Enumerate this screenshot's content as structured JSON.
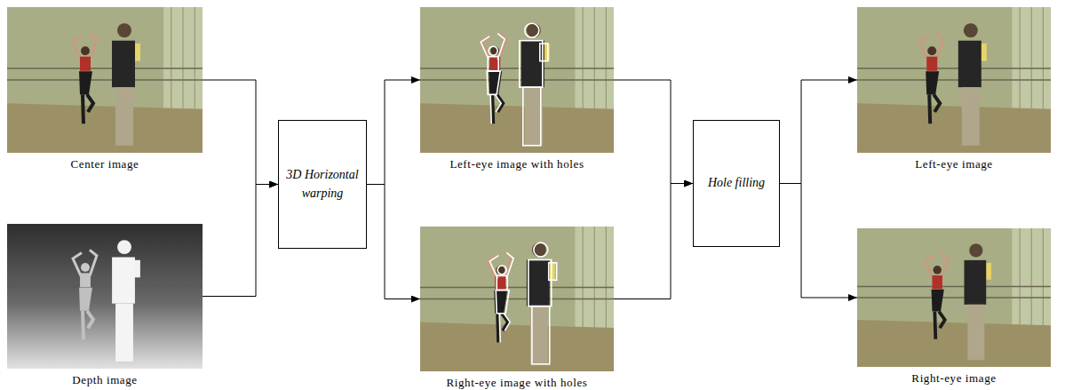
{
  "diagram": {
    "nodes": [
      {
        "text": [
          "Center image"
        ]
      },
      {
        "text": [
          "Depth image"
        ]
      },
      {
        "text": [
          "3D Horizontal warping"
        ]
      },
      {
        "text": [
          "Left-eye image with holes"
        ]
      },
      {
        "text": [
          "Right-eye image with holes"
        ]
      },
      {
        "text": [
          "Hole filling"
        ]
      },
      {
        "text": [
          "Left-eye image"
        ]
      },
      {
        "text": [
          "Right-eye image"
        ]
      }
    ],
    "edges": [
      {
        "from": 0,
        "to": 2,
        "arrow": "to"
      },
      {
        "from": 1,
        "to": 2,
        "arrow": "to"
      },
      {
        "from": 2,
        "to": 3,
        "arrow": "to"
      },
      {
        "from": 2,
        "to": 4,
        "arrow": "to"
      },
      {
        "from": 3,
        "to": 5,
        "arrow": "to"
      },
      {
        "from": 4,
        "to": 5,
        "arrow": "to"
      },
      {
        "from": 5,
        "to": 6,
        "arrow": "to"
      },
      {
        "from": 5,
        "to": 7,
        "arrow": "to"
      }
    ]
  }
}
